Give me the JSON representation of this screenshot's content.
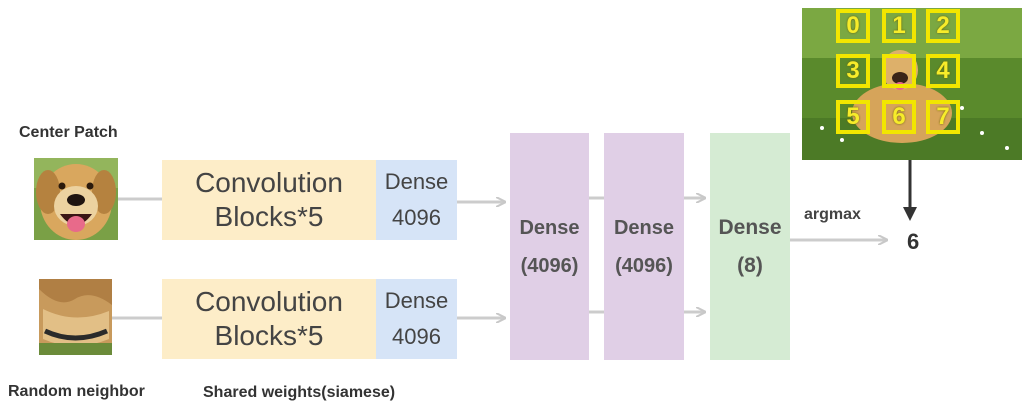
{
  "labels": {
    "center_patch": "Center Patch",
    "random_neighbor": "Random neighbor",
    "shared_weights": "Shared weights(siamese)",
    "argmax": "argmax",
    "result": "6"
  },
  "branch_top": {
    "conv_line1": "Convolution",
    "conv_line2": "Blocks*5",
    "dense_line1": "Dense",
    "dense_line2": "4096"
  },
  "branch_bottom": {
    "conv_line1": "Convolution",
    "conv_line2": "Blocks*5",
    "dense_line1": "Dense",
    "dense_line2": "4096"
  },
  "dense_layers": [
    {
      "line1": "Dense",
      "line2": "(4096)"
    },
    {
      "line1": "Dense",
      "line2": "(4096)"
    }
  ],
  "output_layer": {
    "line1": "Dense",
    "line2": "(8)"
  },
  "grid": [
    "0",
    "1",
    "2",
    "3",
    "4",
    "5",
    "6",
    "7"
  ],
  "colors": {
    "conv": "#fdedc8",
    "dense_small": "#d6e4f7",
    "dense_purple": "#e0cfe6",
    "dense_green": "#d5ebd3",
    "grid_yellow": "#f2e600"
  }
}
